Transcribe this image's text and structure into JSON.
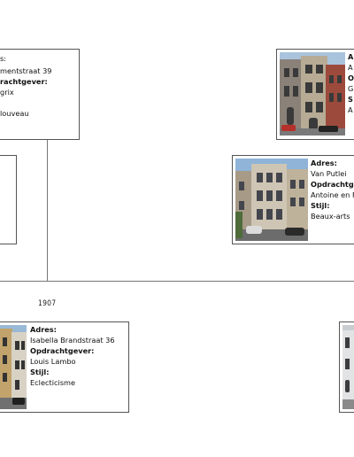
{
  "timeline": {
    "year_label": "1907"
  },
  "cards": {
    "top_left": {
      "lines": [
        {
          "kind": "val",
          "text": "s:"
        },
        {
          "kind": "val",
          "text": "mentstraat 39"
        },
        {
          "kind": "lbl",
          "text": "rachtgever:"
        },
        {
          "kind": "val",
          "text": "grix"
        },
        {
          "kind": "lbl",
          "text": ""
        },
        {
          "kind": "val",
          "text": "louveau"
        }
      ]
    },
    "top_right": {
      "lines": [
        {
          "kind": "lbl",
          "text": "A"
        },
        {
          "kind": "val",
          "text": "A"
        },
        {
          "kind": "lbl",
          "text": "O"
        },
        {
          "kind": "val",
          "text": "G"
        },
        {
          "kind": "lbl",
          "text": "S"
        },
        {
          "kind": "val",
          "text": "A"
        }
      ]
    },
    "middle_right": {
      "adres_label": "Adres:",
      "adres_value": "Van Putlei",
      "opdracht_label": "Opdrachtgever:",
      "opdracht_value": "Antoine en F",
      "stijl_label": "Stijl:",
      "stijl_value": "Beaux-arts"
    },
    "bottom_left": {
      "adres_label": "Adres:",
      "adres_value": "Isabella Brandstraat 36",
      "opdracht_label": "Opdrachtgever:",
      "opdracht_value": "Louis Lambo",
      "stijl_label": "Stijl:",
      "stijl_value": "Eclecticisme"
    }
  },
  "colors": {
    "border": "#555555",
    "timeline": "#777777",
    "sky": "#8fb4d8",
    "facade_light": "#c9bfae",
    "facade_dark": "#6b5a4a"
  }
}
